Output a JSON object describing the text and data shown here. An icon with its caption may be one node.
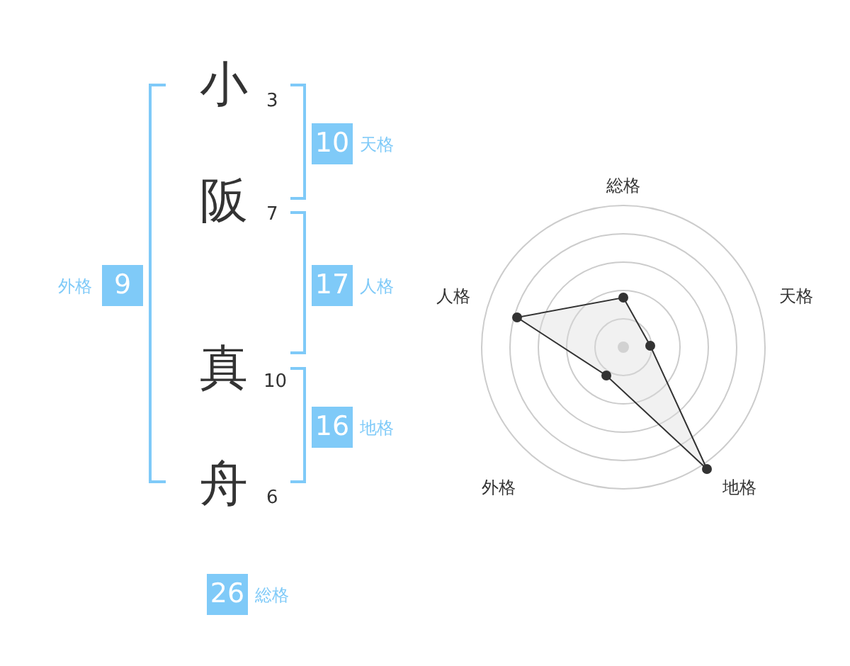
{
  "diagram": {
    "nodes": [
      {
        "text": [
          "10"
        ],
        "beside": [
          "天格"
        ]
      },
      {
        "text": [
          "9"
        ],
        "beside": [
          "外格"
        ]
      },
      {
        "text": [
          "17"
        ],
        "beside": [
          "人格"
        ]
      },
      {
        "text": [
          "16"
        ],
        "beside": [
          "地格"
        ]
      },
      {
        "text": [
          "26"
        ],
        "beside": [
          "総格"
        ]
      }
    ],
    "edges": [],
    "labels": [
      "小",
      "3",
      "阪",
      "7",
      "総格",
      "人格",
      "天格",
      "真",
      "10",
      "外格",
      "地格",
      "舟",
      "6"
    ]
  }
}
